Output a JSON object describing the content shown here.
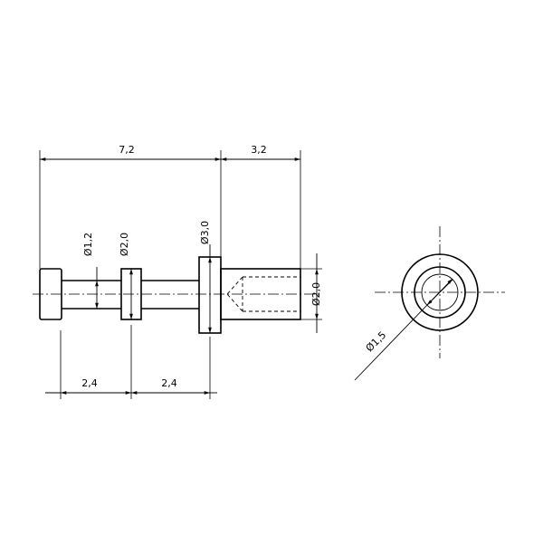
{
  "drawing": {
    "dimensions": {
      "overall_length": "7,2",
      "tip_length": "3,2",
      "pitch_left": "2,4",
      "pitch_right": "2,4",
      "dia_shaft": "Ø1,2",
      "dia_collar": "Ø2,0",
      "dia_flange": "Ø3,0",
      "dia_tip": "Ø2,0",
      "dia_bore": "Ø1,5"
    },
    "colors": {
      "line": "#000000",
      "background": "#ffffff"
    }
  }
}
